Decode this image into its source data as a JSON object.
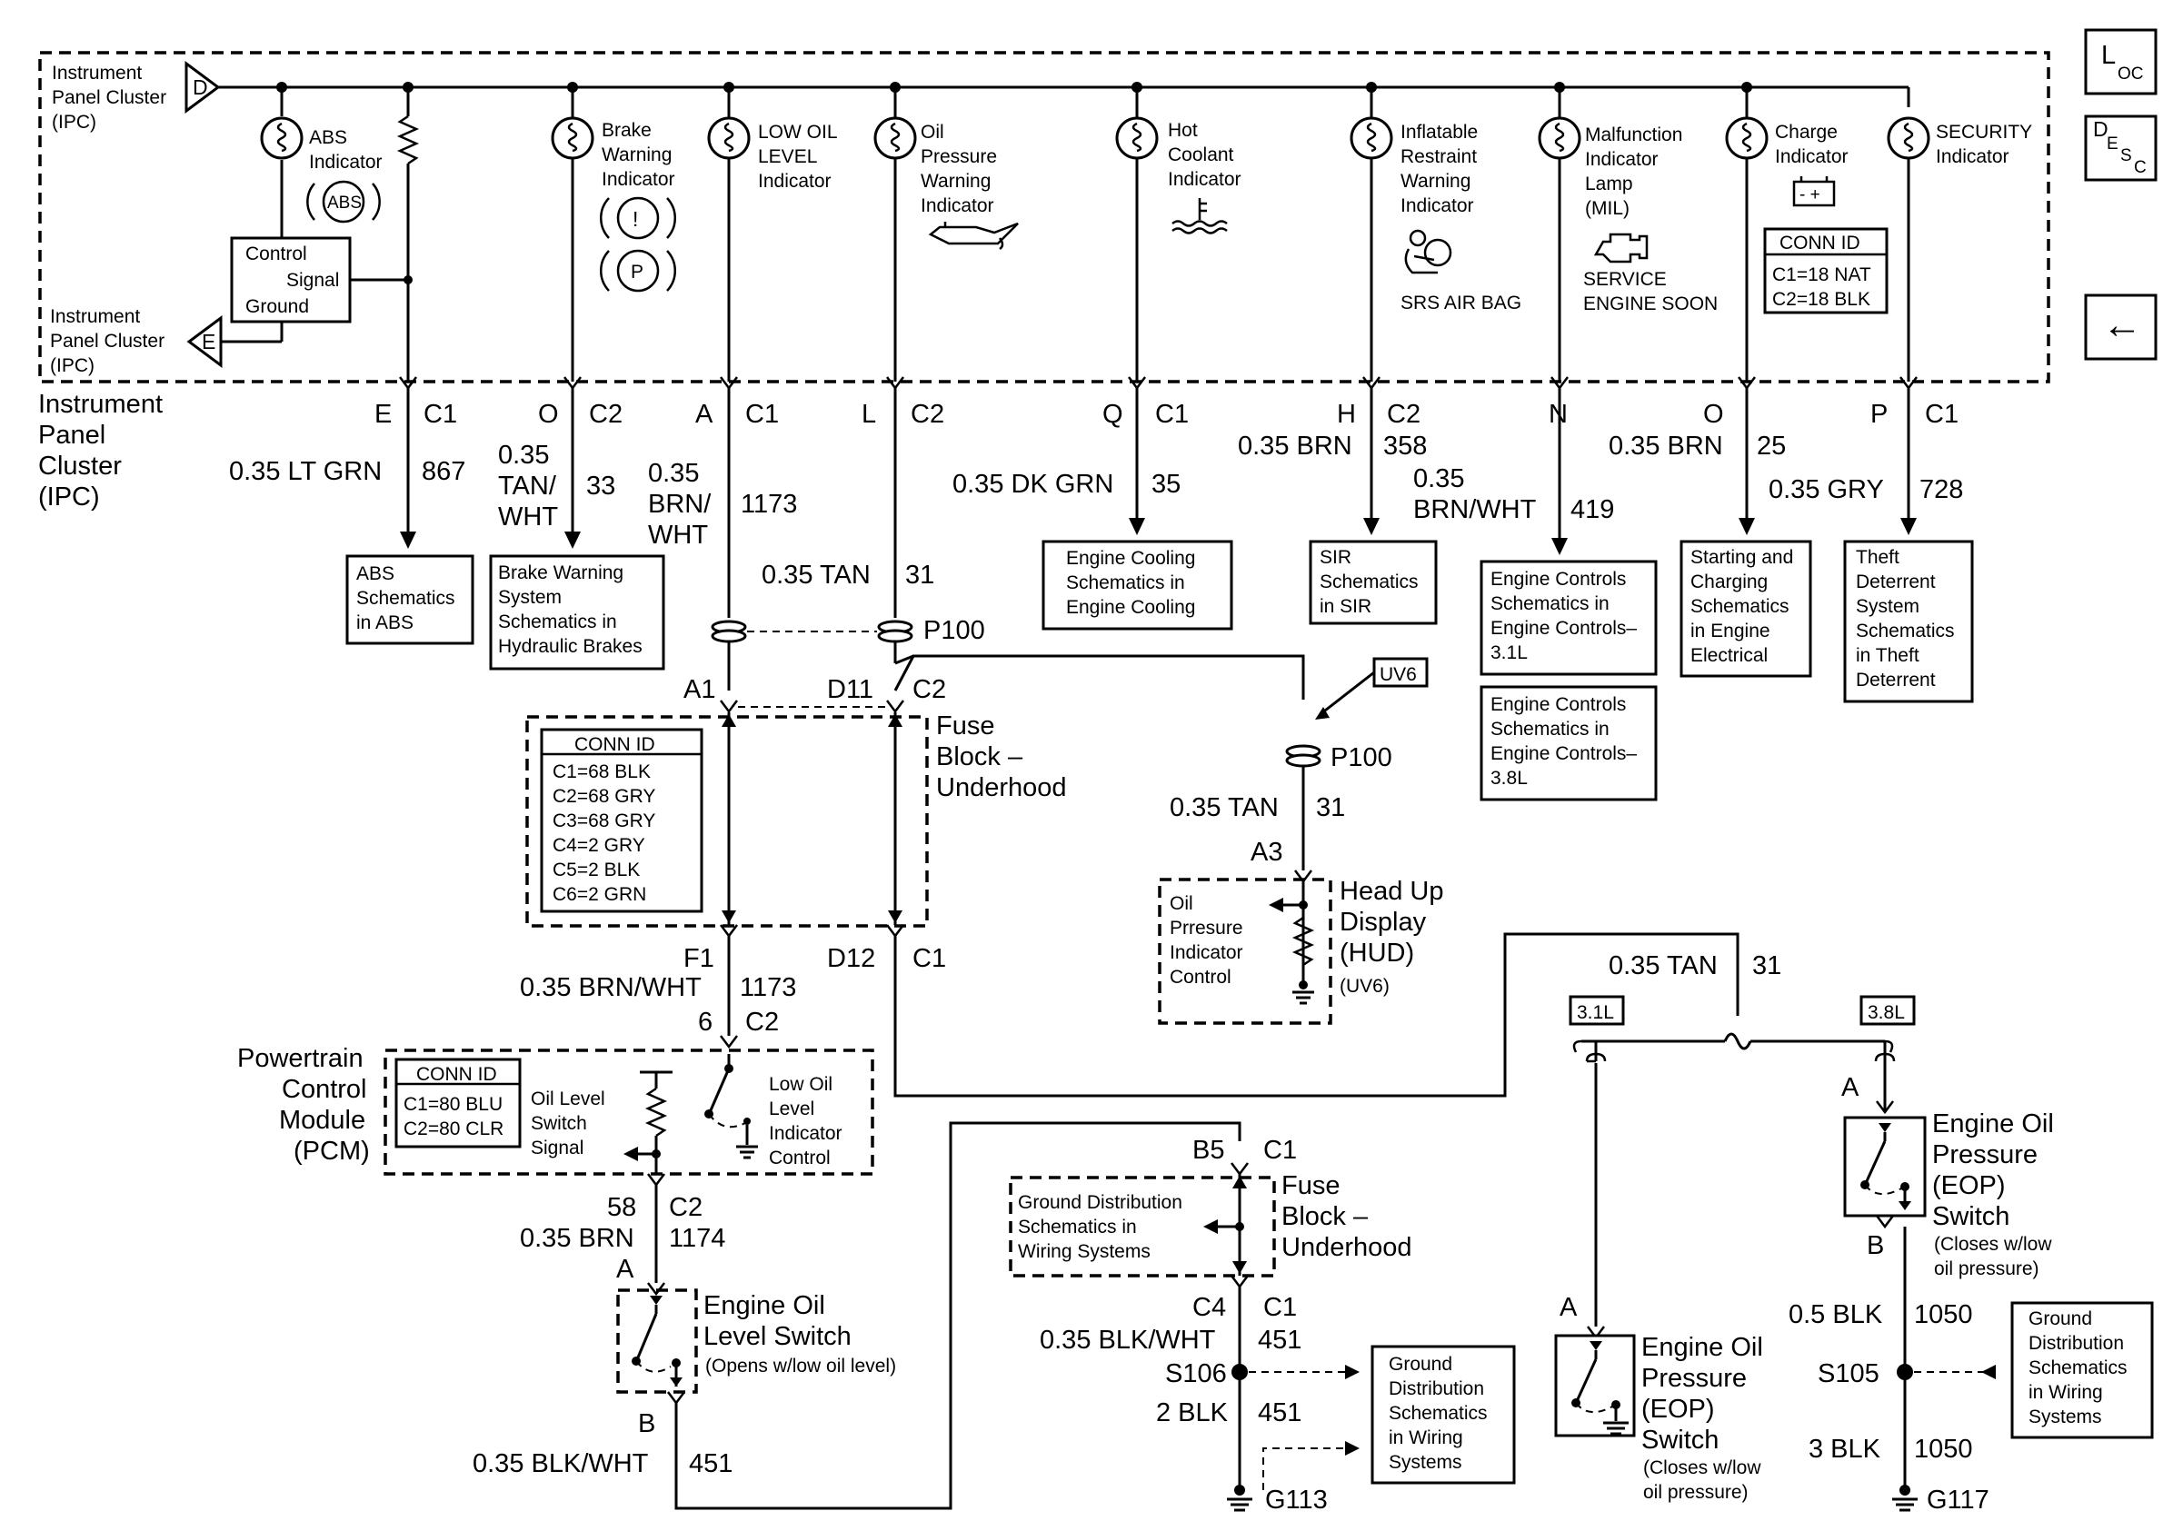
{
  "nav": {
    "loc_main": "L",
    "loc_sub": "OC",
    "desc_main": "D",
    "desc_sub1": "E",
    "desc_sub2": "S",
    "desc_sub3": "C",
    "back": "←"
  },
  "ipc": {
    "top_conn": "D",
    "top_label": [
      "Instrument",
      "Panel Cluster",
      "(IPC)"
    ],
    "bottom_conn": "E",
    "bottom_label": [
      "Instrument",
      "Panel Cluster",
      "(IPC)"
    ],
    "outside_label": [
      "Instrument",
      "Panel",
      "Cluster",
      "(IPC)"
    ],
    "control_box": [
      "Control",
      "Signal",
      "Ground"
    ]
  },
  "indicators": {
    "abs": [
      "ABS",
      "Indicator"
    ],
    "abs_symbol": "ABS",
    "brake": [
      "Brake",
      "Warning",
      "Indicator"
    ],
    "brake_sym1": "!",
    "brake_sym2": "P",
    "low_oil": [
      "LOW OIL",
      "LEVEL",
      "Indicator"
    ],
    "oil_press": [
      "Oil",
      "Pressure",
      "Warning",
      "Indicator"
    ],
    "hot_coolant": [
      "Hot",
      "Coolant",
      "Indicator"
    ],
    "airbag": [
      "Inflatable",
      "Restraint",
      "Warning",
      "Indicator"
    ],
    "airbag_text": "SRS AIR BAG",
    "mil": [
      "Malfunction",
      "Indicator",
      "Lamp",
      "(MIL)"
    ],
    "mil_text": [
      "SERVICE",
      "ENGINE SOON"
    ],
    "charge": [
      "Charge",
      "Indicator"
    ],
    "battery": "- +",
    "security": [
      "SECURITY",
      "Indicator"
    ]
  },
  "ipc_conn_id": {
    "title": "CONN ID",
    "rows": [
      "C1=18 NAT",
      "C2=18 BLK"
    ]
  },
  "pins": [
    {
      "pin": "E",
      "conn": "C1",
      "wire": "0.35 LT GRN",
      "circuit": "867",
      "dest": [
        "ABS",
        "Schematics",
        "in ABS"
      ]
    },
    {
      "pin": "O",
      "conn": "C2",
      "wire": [
        "0.35",
        "TAN/",
        "WHT"
      ],
      "circuit": "33",
      "dest": [
        "Brake Warning",
        "System",
        "Schematics in",
        "Hydraulic Brakes"
      ]
    },
    {
      "pin": "A",
      "conn": "C1",
      "wire": [
        "0.35",
        "BRN/",
        "WHT"
      ],
      "circuit": "1173"
    },
    {
      "pin": "L",
      "conn": "C2",
      "wire": "0.35 TAN",
      "circuit": "31"
    },
    {
      "pin": "Q",
      "conn": "C1",
      "wire": "0.35 DK GRN",
      "circuit": "35",
      "dest": [
        "Engine Cooling",
        "Schematics in",
        "Engine Cooling"
      ]
    },
    {
      "pin": "H",
      "conn": "C2",
      "wire": "0.35 BRN",
      "circuit": "358",
      "dest": [
        "SIR",
        "Schematics",
        "in SIR"
      ]
    },
    {
      "pin": "N",
      "conn": "",
      "wire": [
        "0.35",
        "BRN/WHT"
      ],
      "circuit": "419",
      "dest": [
        "Engine Controls",
        "Schematics in",
        "Engine Controls–",
        "3.1L"
      ],
      "dest2": [
        "Engine Controls",
        "Schematics in",
        "Engine Controls–",
        "3.8L"
      ]
    },
    {
      "pin": "O",
      "conn": "",
      "wire": "0.35 BRN",
      "circuit": "25",
      "dest": [
        "Starting and",
        "Charging",
        "Schematics",
        "in Engine",
        "Electrical"
      ]
    },
    {
      "pin": "P",
      "conn": "C1",
      "wire": "0.35 GRY",
      "circuit": "728",
      "dest": [
        "Theft",
        "Deterrent",
        "System",
        "Schematics",
        "in Theft",
        "Deterrent"
      ]
    }
  ],
  "p100": "P100",
  "fuse_block": {
    "label": [
      "Fuse",
      "Block –",
      "Underhood"
    ],
    "pin_a1": "A1",
    "pin_d11": "D11",
    "pin_c2": "C2",
    "pin_f1": "F1",
    "pin_d12": "D12",
    "pin_c1": "C1",
    "conn_id_title": "CONN ID",
    "conn_id": [
      "C1=68 BLK",
      "C2=68 GRY",
      "C3=68 GRY",
      "C4=2 GRY",
      "C5=2 BLK",
      "C6=2 GRN"
    ]
  },
  "hud": {
    "option": "UV6",
    "p100": "P100",
    "wire": "0.35 TAN",
    "circuit": "31",
    "pin": "A3",
    "label": [
      "Head Up",
      "Display",
      "(HUD)"
    ],
    "sub": "(UV6)",
    "internal": [
      "Oil",
      "Prresure",
      "Indicator",
      "Control"
    ]
  },
  "pcm_feed": {
    "wire": "0.35 BRN/WHT",
    "circuit": "1173",
    "pin": "6",
    "conn": "C2"
  },
  "pcm": {
    "label": [
      "Powertrain",
      "Control",
      "Module",
      "(PCM)"
    ],
    "conn_id_title": "CONN ID",
    "conn_id": [
      "C1=80 BLU",
      "C2=80 CLR"
    ],
    "switch_label": [
      "Oil Level",
      "Switch",
      "Signal"
    ],
    "indicator_label": [
      "Low Oil",
      "Level",
      "Indicator",
      "Control"
    ]
  },
  "level_switch": {
    "pin": "58",
    "conn": "C2",
    "wire": "0.35 BRN",
    "circuit": "1174",
    "pin_a": "A",
    "pin_b": "B",
    "label": [
      "Engine Oil",
      "Level Switch"
    ],
    "note": "(Opens w/low oil level)",
    "ground_wire": "0.35 BLK/WHT",
    "ground_circuit": "451"
  },
  "ground_fuse": {
    "pin_top": "B5",
    "conn_top": "C1",
    "label": [
      "Fuse",
      "Block –",
      "Underhood"
    ],
    "dist": [
      "Ground Distribution",
      "Schematics in",
      "Wiring Systems"
    ],
    "pin_bot": "C4",
    "conn_bot": "C1",
    "wire": "0.35 BLK/WHT",
    "circuit": "451",
    "splice": "S106",
    "wire2": "2 BLK",
    "circuit2": "451",
    "ground": "G113",
    "dist2": [
      "Ground",
      "Distribution",
      "Schematics",
      "in Wiring",
      "Systems"
    ]
  },
  "eop": {
    "wire": "0.35 TAN",
    "circuit": "31",
    "opt1": "3.1L",
    "opt2": "3.8L",
    "pin_a1": "A",
    "pin_a2": "A",
    "pin_b": "B",
    "label": [
      "Engine Oil",
      "Pressure",
      "(EOP)",
      "Switch"
    ],
    "note1": [
      "(Closes w/low",
      "oil pressure)"
    ],
    "note2": [
      "(Closes w/low",
      "oil pressure)"
    ],
    "wire2": "0.5 BLK",
    "circuit2": "1050",
    "splice": "S105",
    "wire3": "3 BLK",
    "circuit3": "1050",
    "ground": "G117",
    "dist": [
      "Ground",
      "Distribution",
      "Schematics",
      "in Wiring",
      "Systems"
    ]
  }
}
